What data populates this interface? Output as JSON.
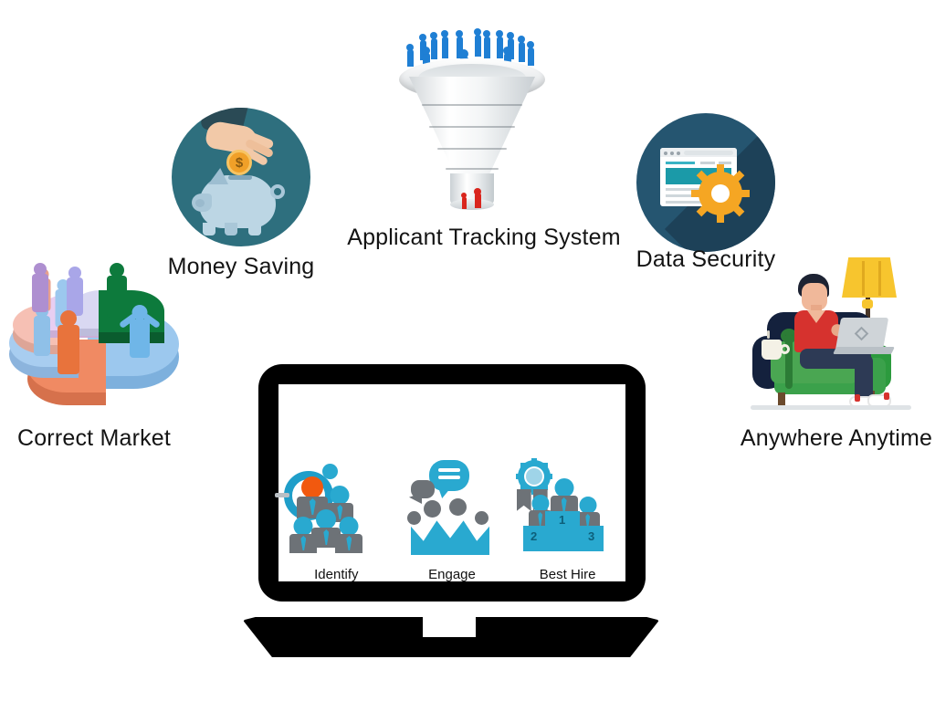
{
  "page": {
    "title": "Applicant Tracking System benefits infographic",
    "background": "#ffffff"
  },
  "center_feature": {
    "label": "Applicant Tracking System",
    "icon": "funnel-icon",
    "funnel": {
      "top_people_count": 14,
      "top_people_color": "#1f7fd4",
      "output_people_count": 2,
      "output_people_color": "#d9251d",
      "body_color": "#eef1f2"
    }
  },
  "benefits": [
    {
      "id": "money-saving",
      "label": "Money Saving",
      "icon": "piggy-bank-icon",
      "circle_color": "#2e6f7e",
      "accent": "#f0a028"
    },
    {
      "id": "data-security",
      "label": "Data Security",
      "icon": "browser-gear-icon",
      "circle_color": "#255570",
      "accent": "#f5a623"
    },
    {
      "id": "correct-market",
      "label": "Correct Market",
      "icon": "pie-chart-people-icon",
      "circle_color": "#ffffff",
      "accent": "#8fc3ea"
    },
    {
      "id": "anywhere-anytime",
      "label": "Anywhere Anytime",
      "icon": "person-laptop-armchair-icon",
      "circle_color": "#ffffff",
      "accent": "#4e9b3f"
    }
  ],
  "device": {
    "name": "laptop",
    "frame_color": "#000000",
    "screen_color": "#ffffff",
    "steps": [
      {
        "id": "identify",
        "label": "Identify",
        "icon": "target-people-icon",
        "accent": "#29a9d0",
        "highlight": "#f1590f"
      },
      {
        "id": "engage",
        "label": "Engage",
        "icon": "crown-chat-icon",
        "accent": "#29a9d0",
        "highlight": "#6d7277"
      },
      {
        "id": "best-hire",
        "label": "Best Hire",
        "icon": "podium-award-icon",
        "accent": "#29a9d0",
        "highlight": "#6d7277",
        "podium": {
          "first": "1",
          "second": "2",
          "third": "3"
        }
      }
    ]
  },
  "palette": {
    "teal": "#2e6f7e",
    "navy": "#255570",
    "cyan": "#29a9d0",
    "orange": "#f1590f",
    "gold": "#f5a623",
    "red": "#d9251d",
    "blue": "#1f7fd4",
    "text": "#141414"
  }
}
